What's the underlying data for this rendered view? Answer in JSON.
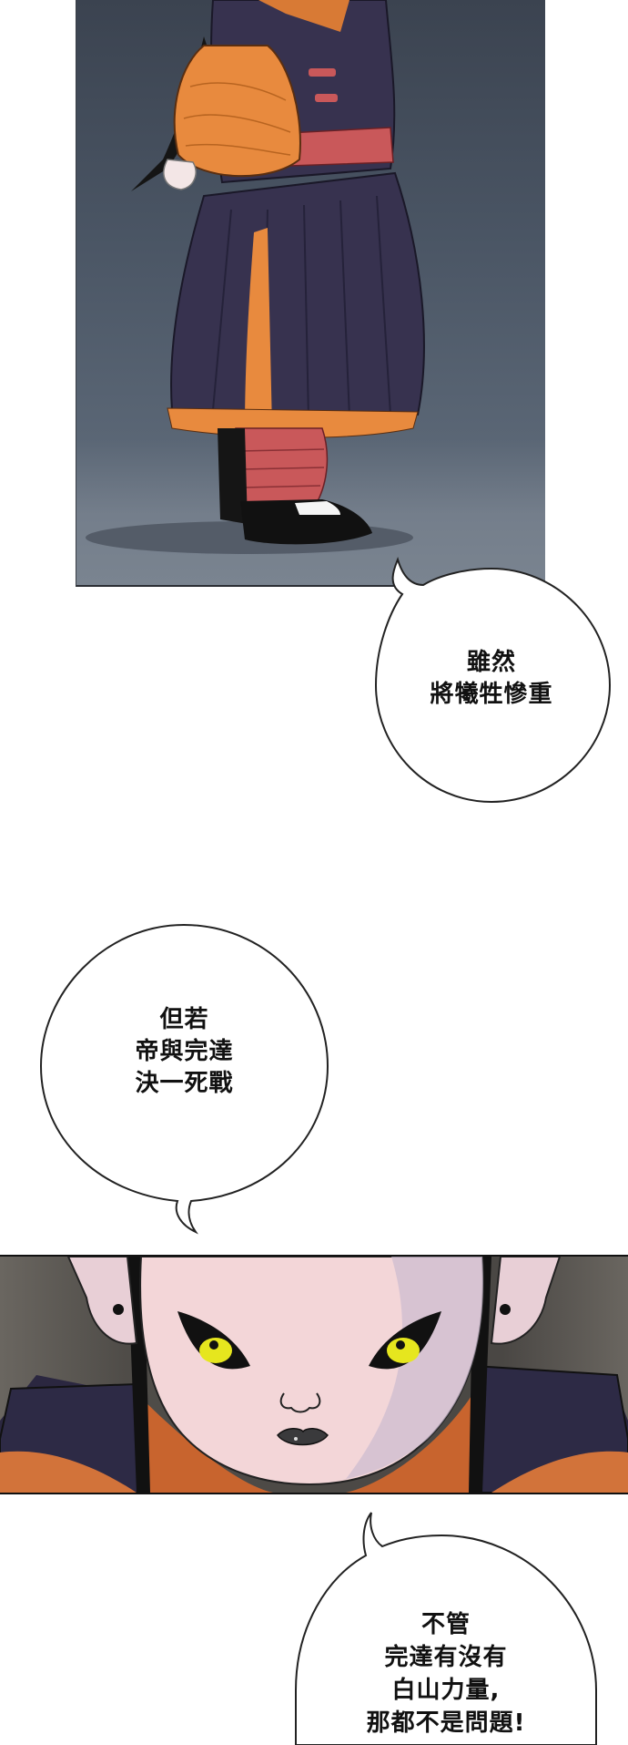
{
  "comic": {
    "panels": [
      {
        "id": "panel-1",
        "description": "character-standing-side-view",
        "bg": "#4a5564"
      },
      {
        "id": "panel-2",
        "description": "character-face-closeup-yellow-eyes",
        "bg": "#4f4c48"
      }
    ],
    "bubbles": [
      {
        "id": "bubble-1",
        "lines": [
          "雖然",
          "將犧牲慘重"
        ]
      },
      {
        "id": "bubble-2",
        "lines": [
          "但若",
          "帝與完達",
          "決一死戰"
        ]
      },
      {
        "id": "bubble-3",
        "lines": [
          "不管",
          "完達有沒有",
          "白山力量,",
          "那都不是問題!"
        ]
      }
    ],
    "colors": {
      "robe_purple": "#37324f",
      "robe_orange": "#e88a3e",
      "sash_red": "#c9585a",
      "eye_yellow": "#e6e61e",
      "skin_pink": "#f3d6d8"
    }
  }
}
